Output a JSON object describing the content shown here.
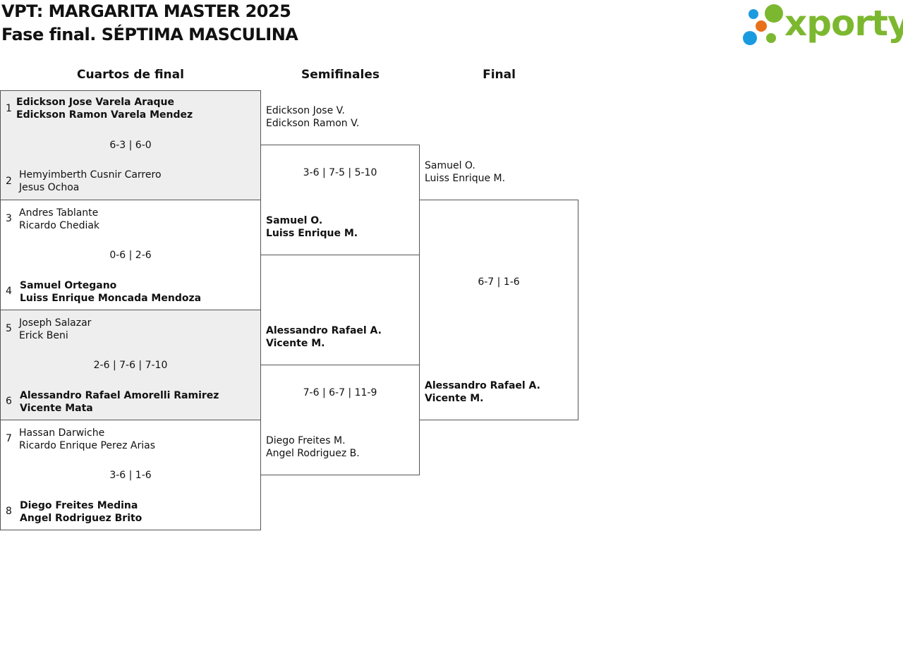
{
  "header": {
    "title": "VPT: MARGARITA MASTER 2025",
    "subtitle": "Fase final. SÉPTIMA MASCULINA"
  },
  "logo": {
    "text": "xporty",
    "color": "#7cb82f",
    "dot_colors": [
      "#1a9be0",
      "#7cb82f",
      "#e8701a",
      "#1a9be0"
    ]
  },
  "columns": {
    "quarters": "Cuartos de final",
    "semis": "Semifinales",
    "final": "Final"
  },
  "quarters": [
    {
      "score": "6-3 | 6-0",
      "top": {
        "seed": "1",
        "p1": "Edickson Jose Varela Araque",
        "p2": "Edickson Ramon Varela Mendez"
      },
      "bottom": {
        "seed": "2",
        "p1": "Hemyimberth Cusnir Carrero",
        "p2": "Jesus Ochoa"
      }
    },
    {
      "score": "0-6 | 2-6",
      "top": {
        "seed": "3",
        "p1": "Andres Tablante",
        "p2": "Ricardo Chediak"
      },
      "bottom": {
        "seed": "4",
        "p1": "Samuel Ortegano",
        "p2": "Luiss Enrique Moncada Mendoza"
      }
    },
    {
      "score": "2-6 | 7-6 | 7-10",
      "top": {
        "seed": "5",
        "p1": "Joseph Salazar",
        "p2": "Erick Beni"
      },
      "bottom": {
        "seed": "6",
        "p1": "Alessandro Rafael Amorelli Ramirez",
        "p2": "Vicente Mata"
      }
    },
    {
      "score": "3-6 | 1-6",
      "top": {
        "seed": "7",
        "p1": "Hassan Darwiche",
        "p2": "Ricardo Enrique Perez Arias"
      },
      "bottom": {
        "seed": "8",
        "p1": "Diego Freites Medina",
        "p2": "Angel Rodriguez Brito"
      }
    }
  ],
  "semis": [
    {
      "score": "3-6 | 7-5 | 5-10",
      "top": {
        "p1": "Edickson Jose V.",
        "p2": "Edickson Ramon V."
      },
      "bottom": {
        "p1": "Samuel O.",
        "p2": "Luiss Enrique M."
      }
    },
    {
      "score": "7-6 | 6-7 | 11-9",
      "top": {
        "p1": "Alessandro Rafael A.",
        "p2": "Vicente M."
      },
      "bottom": {
        "p1": "Diego Freites M.",
        "p2": "Angel Rodriguez B."
      }
    }
  ],
  "final": {
    "score": "6-7 | 1-6",
    "top": {
      "p1": "Samuel O.",
      "p2": "Luiss Enrique M."
    },
    "bottom": {
      "p1": "Alessandro Rafael A.",
      "p2": "Vicente M."
    }
  }
}
